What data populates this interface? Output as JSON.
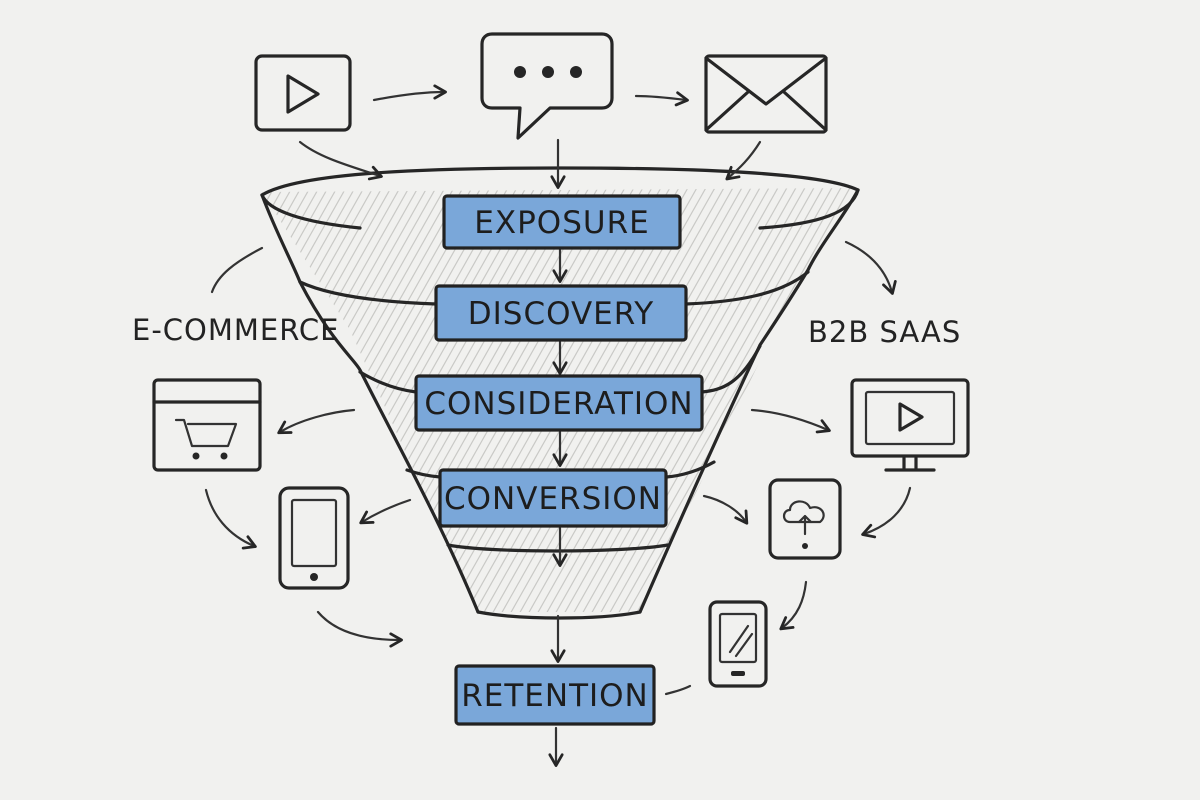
{
  "diagram": {
    "stages": [
      {
        "id": "exposure",
        "label": "EXPOSURE"
      },
      {
        "id": "discovery",
        "label": "DISCOVERY"
      },
      {
        "id": "consideration",
        "label": "CONSIDERATION"
      },
      {
        "id": "conversion",
        "label": "CONVERSION"
      },
      {
        "id": "retention",
        "label": "RETENTION"
      }
    ],
    "segments": {
      "left": "E-COMMERCE",
      "right": "B2B SAAS"
    },
    "top_channels": [
      "play-button-icon",
      "chat-bubble-icon",
      "envelope-icon"
    ],
    "left_icons": [
      "shopping-cart-window-icon",
      "smartphone-icon"
    ],
    "right_icons": [
      "video-monitor-icon",
      "cloud-upload-tablet-icon",
      "tablet-icon"
    ],
    "colors": {
      "stage_fill": "#7aa7d9",
      "ink": "#262626",
      "background": "#f1f1ef"
    }
  }
}
